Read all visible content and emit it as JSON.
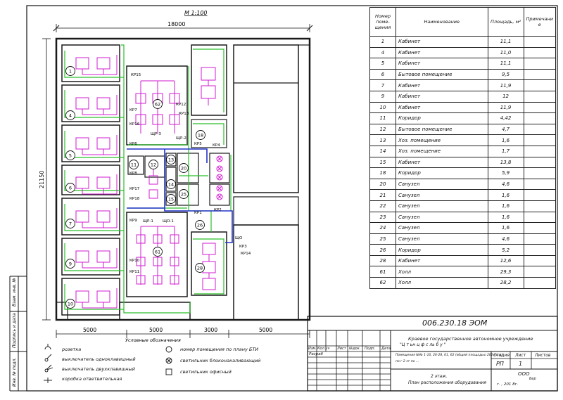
{
  "drawing": {
    "scale": "М 1:100",
    "overall_width": "18000",
    "overall_height": "21150",
    "bottom_dims": [
      "5000",
      "5000",
      "3000",
      "5000"
    ],
    "legend_title": "Условные обозначения"
  },
  "rooms_plan": [
    "1",
    "4",
    "5",
    "6",
    "7",
    "9",
    "10",
    "11",
    "12",
    "13",
    "14",
    "15",
    "18",
    "20",
    "25",
    "26",
    "28",
    "61",
    "62"
  ],
  "panels": [
    "КР15",
    "КР7",
    "КР16",
    "КР6",
    "КР8",
    "КР17",
    "КР18",
    "КР9",
    "КР10",
    "КР11",
    "КР12",
    "КР13",
    "КР5",
    "КР4",
    "КР1",
    "КР2",
    "КР3",
    "КР14",
    "ЩР-3",
    "ЩР-2",
    "ЩР-1",
    "ЩО-1",
    "ЩО"
  ],
  "table": {
    "headers": [
      "Номер поме- щения",
      "Наименование",
      "Площадь, м²",
      "Примечани е"
    ],
    "rows": [
      [
        "1",
        "Кабинет",
        "11,1"
      ],
      [
        "4",
        "Кабинет",
        "11,0"
      ],
      [
        "5",
        "Кабинет",
        "11,1"
      ],
      [
        "6",
        "Бытовое помещение",
        "9,5"
      ],
      [
        "7",
        "Кабинет",
        "11,9"
      ],
      [
        "9",
        "Кабинет",
        "12"
      ],
      [
        "10",
        "Кабинет",
        "11,9"
      ],
      [
        "11",
        "Коридор",
        "4,42"
      ],
      [
        "12",
        "Бытовое помещение",
        "4,7"
      ],
      [
        "13",
        "Хоз. помещение",
        "1,6"
      ],
      [
        "14",
        "Хоз. помещение",
        "1,7"
      ],
      [
        "15",
        "Кабинет",
        "13,8"
      ],
      [
        "18",
        "Коридор",
        "5,9"
      ],
      [
        "20",
        "Санузел",
        "4,6"
      ],
      [
        "21",
        "Санузел",
        "1,6"
      ],
      [
        "22",
        "Санузел",
        "1,6"
      ],
      [
        "23",
        "Санузел",
        "1,6"
      ],
      [
        "24",
        "Санузел",
        "1,6"
      ],
      [
        "25",
        "Санузел",
        "4,6"
      ],
      [
        "26",
        "Коридор",
        "5,2"
      ],
      [
        "28",
        "Кабинет",
        "12,6"
      ],
      [
        "61",
        "Холл",
        "29,3"
      ],
      [
        "62",
        "Холл",
        "28,2"
      ]
    ]
  },
  "legend": {
    "socket": "розетка",
    "switch1": "выключатель одноклавишный",
    "switch2": "выключатель двухклавишный",
    "junction": "коробка ответвительная",
    "room_no": "номер помещения по плану БТИ",
    "lamp_inc": "светильник блоконакаливающий",
    "lamp_office": "светильник офисный"
  },
  "stamp": {
    "code": "006.230.18 ЭОМ",
    "org": "Краевое государственное автономное учреждение",
    "org_line2": "\"Ц      т     ьн   ц   ф   с     ль        б       у          \"",
    "premises": "Помещения №№ 1-10, 26-28, 61, 62 (общей площадью 202 кв.м)",
    "addr": "по        г       2 эт          по   ...",
    "floor": "2 этаж.",
    "sheet_title": "План расположения оборудования",
    "col_izm": "Изм.",
    "col_kol": "Кол.уч",
    "col_list": "Лист",
    "col_ndok": "№док.",
    "col_podp": "Подп.",
    "col_data": "Дата",
    "razrab": "Разраб",
    "stadia": "Стадия",
    "list": "Лист",
    "listov": "Листов",
    "stadia_val": "РП",
    "list_val": "1",
    "ooo": "ООО",
    "ooo2": "Бер",
    "ooo3": "г.           , 201 8г."
  },
  "side_labels": [
    "Взам. инв. №",
    "Подпись и дата",
    "Инв. № подл."
  ],
  "colors": {
    "wall": "#1a1a1a",
    "cable_green": "#2bbf2b",
    "cable_magenta": "#d21bd2",
    "cable_blue": "#2233cc"
  }
}
